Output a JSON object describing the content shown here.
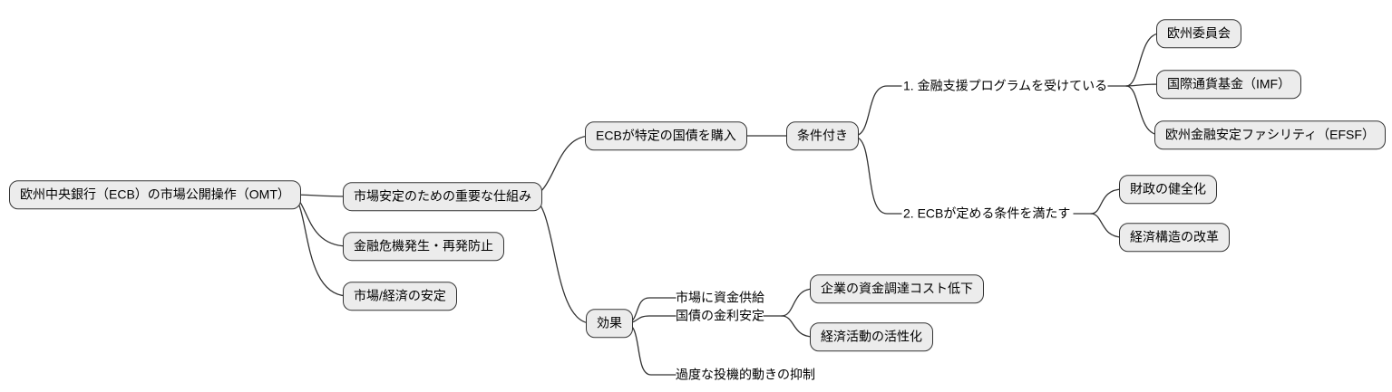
{
  "diagram": {
    "type": "mindmap",
    "colors": {
      "background": "#ffffff",
      "node_fill": "#ececec",
      "node_border": "#333333",
      "line": "#333333",
      "text": "#000000"
    },
    "root": {
      "label": "欧州中央銀行（ECB）の市場公開操作（OMT）",
      "children": [
        {
          "label": "市場安定のための重要な仕組み",
          "children": [
            {
              "label": "ECBが特定の国債を購入",
              "children": [
                {
                  "label": "条件付き",
                  "children": [
                    {
                      "label": "1. 金融支援プログラムを受けている",
                      "children": [
                        {
                          "label": "欧州委員会"
                        },
                        {
                          "label": "国際通貨基金（IMF）"
                        },
                        {
                          "label": "欧州金融安定ファシリティ（EFSF）"
                        }
                      ]
                    },
                    {
                      "label": "2. ECBが定める条件を満たす",
                      "children": [
                        {
                          "label": "財政の健全化"
                        },
                        {
                          "label": "経済構造の改革"
                        }
                      ]
                    }
                  ]
                }
              ]
            },
            {
              "label": "効果",
              "children": [
                {
                  "label": "市場に資金供給"
                },
                {
                  "label": "国債の金利安定",
                  "children": [
                    {
                      "label": "企業の資金調達コスト低下"
                    },
                    {
                      "label": "経済活動の活性化"
                    }
                  ]
                },
                {
                  "label": "過度な投機的動きの抑制"
                }
              ]
            }
          ]
        },
        {
          "label": "金融危機発生・再発防止"
        },
        {
          "label": "市場/経済の安定"
        }
      ]
    }
  }
}
